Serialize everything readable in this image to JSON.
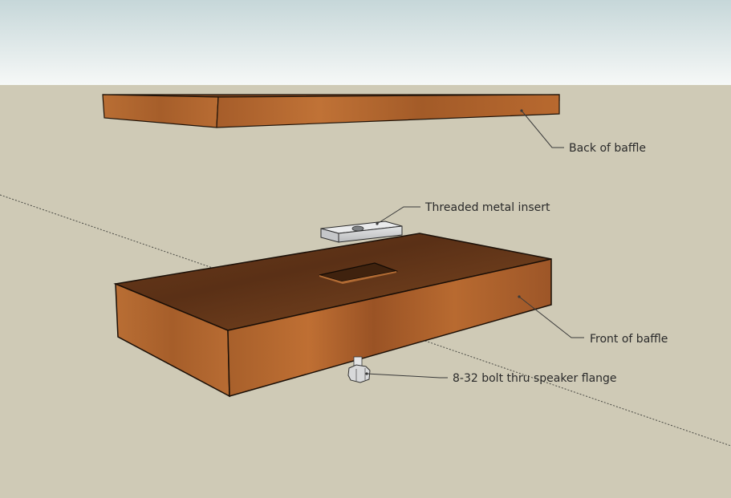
{
  "labels": {
    "back_of_baffle": "Back of baffle",
    "threaded_insert": "Threaded metal insert",
    "front_of_baffle": "Front of baffle",
    "bolt": "8-32 bolt thru speaker flange"
  },
  "colors": {
    "sky_top": "#c9dadc",
    "sky_bottom": "#f4f7f6",
    "ground": "#cfcab6",
    "wood_light": "#b5672c",
    "wood_dark": "#6e3a1a",
    "wood_top": "#5e3418",
    "metal": "#d9dadb"
  }
}
